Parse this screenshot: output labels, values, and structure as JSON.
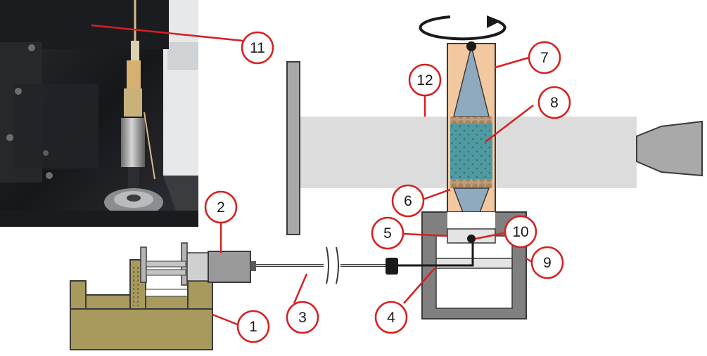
{
  "diagram": {
    "callouts": [
      {
        "id": "1",
        "label": "1"
      },
      {
        "id": "2",
        "label": "2"
      },
      {
        "id": "3",
        "label": "3"
      },
      {
        "id": "4",
        "label": "4"
      },
      {
        "id": "5",
        "label": "5"
      },
      {
        "id": "6",
        "label": "6"
      },
      {
        "id": "7",
        "label": "7"
      },
      {
        "id": "8",
        "label": "8"
      },
      {
        "id": "9",
        "label": "9"
      },
      {
        "id": "10",
        "label": "10"
      },
      {
        "id": "11",
        "label": "11"
      },
      {
        "id": "12",
        "label": "12"
      }
    ],
    "colors": {
      "callout_ring": "#d62020",
      "leader_line": "#d62020",
      "syringe_pump": "#a89a5c",
      "syringe_pump_dark": "#8a7d45",
      "syringe_body": "#9a9a9a",
      "capillary_outer": "#f2c8a0",
      "cone": "#8fa9bf",
      "packed_bed": "#3f8c92",
      "beam": "#dcdcdc",
      "detector": "#a9a9a9",
      "housing": "#808080",
      "photo_dark": "#1d1f23"
    },
    "rotation_arrow": "rotation-arrow"
  }
}
